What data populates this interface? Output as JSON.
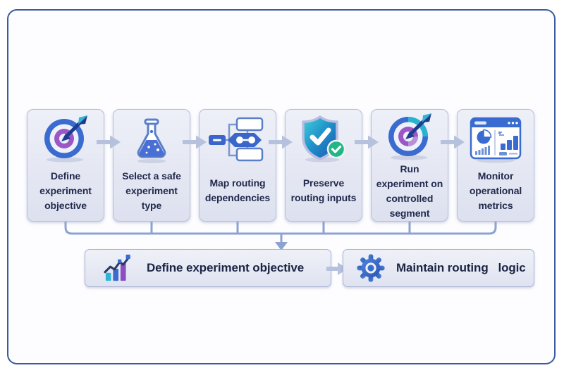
{
  "diagram": {
    "steps": [
      {
        "label": "Define experiment objective",
        "icon": "target-icon"
      },
      {
        "label": "Select a safe experiment type",
        "icon": "flask-icon"
      },
      {
        "label": "Map routing dependencies",
        "icon": "routing-diagram-icon"
      },
      {
        "label": "Preserve routing inputs",
        "icon": "shield-check-icon"
      },
      {
        "label": "Run experiment on controlled segment",
        "icon": "target-icon"
      },
      {
        "label": "Monitor operational metrics",
        "icon": "dashboard-metrics-icon"
      }
    ],
    "outcomes": [
      {
        "label": "Define experiment objective",
        "icon": "bar-chart-trend-icon"
      },
      {
        "label": "Maintain routing   logic",
        "icon": "gear-icon"
      }
    ],
    "colors": {
      "frame_border": "#3a5b9e",
      "box_fill": "#e3e7f3",
      "box_border": "#b7bfd9",
      "text": "#222a4d",
      "flow_arrow": "#b6c1de",
      "connector_line": "#8ca3d2",
      "accent_blue": "#3a6bd0",
      "accent_purple": "#9c56c6",
      "accent_teal": "#2fb4d6",
      "accent_green": "#22b585",
      "dart_navy": "#1e3c8f"
    }
  }
}
